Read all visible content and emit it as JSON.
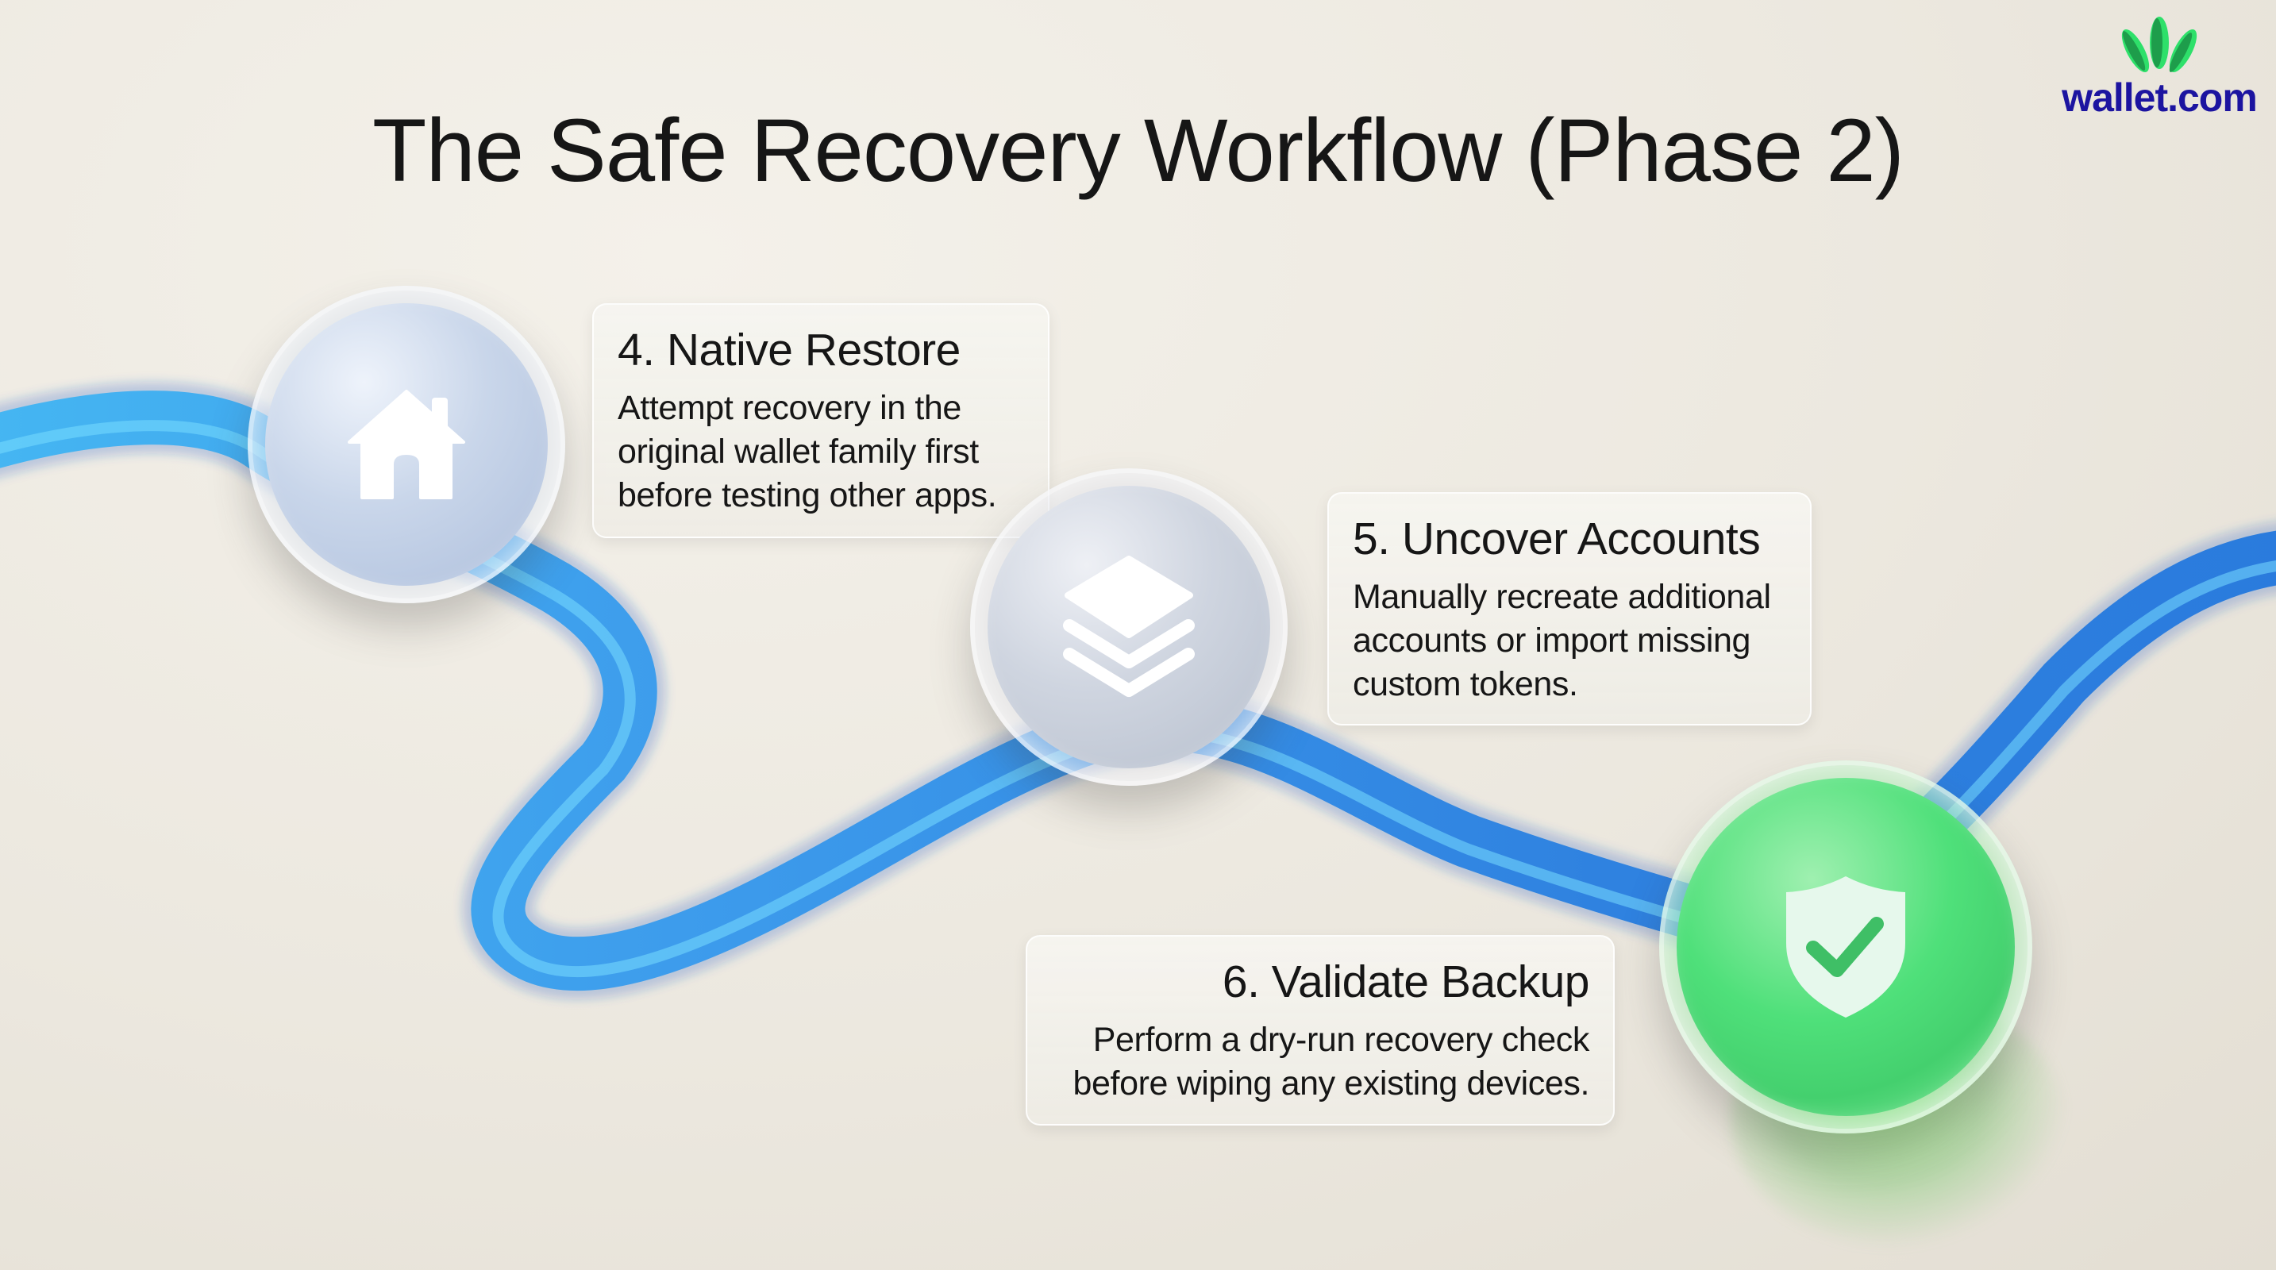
{
  "title": "The Safe Recovery Workflow (Phase 2)",
  "brand": {
    "name": "wallet.com",
    "text_color": "#1c14a0",
    "mark_color": "#2ee06a"
  },
  "colors": {
    "path_blue": "#3a8fe8",
    "path_cyan": "#4cc8f5",
    "success_green": "#3fdc6c",
    "background": "#ece8df"
  },
  "steps": [
    {
      "number": "4",
      "title": "4. Native Restore",
      "description_lines": [
        "Attempt recovery in the",
        "original wallet family first",
        "before testing other apps."
      ],
      "icon": "home-icon",
      "orb_style": "frosted-blue"
    },
    {
      "number": "5",
      "title": "5. Uncover Accounts",
      "description_lines": [
        "Manually recreate additional",
        "accounts or import missing",
        "custom tokens."
      ],
      "icon": "layers-icon",
      "orb_style": "frosted-grey"
    },
    {
      "number": "6",
      "title": "6. Validate Backup",
      "description_lines": [
        "Perform a dry-run recovery check",
        "before wiping any existing devices."
      ],
      "icon": "shield-check-icon",
      "orb_style": "green"
    }
  ]
}
